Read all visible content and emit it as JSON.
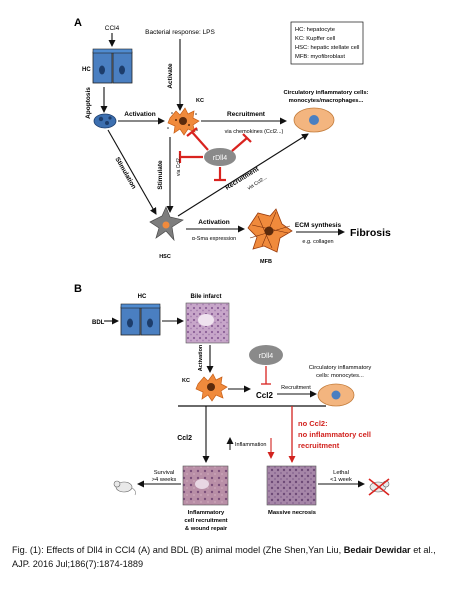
{
  "panel_a": {
    "label": "A",
    "ccl4": "CCl4",
    "lps": "Bacterial response: LPS",
    "legend": [
      "HC: hepatocyte",
      "KC: Kupffer cell",
      "HSC: hepatic stellate cell",
      "MFB: myofibroblast"
    ],
    "hc": "HC",
    "kc": "KC",
    "hsc": "HSC",
    "mfb": "MFB",
    "apoptosis": "Apoptosis",
    "activate": "Activate",
    "activation_kc": "Activation",
    "recruitment": "Recruitment",
    "via_chemokines": "via chemokines (Ccl2...)",
    "circ_title_1": "Circulatory inflammatory cells:",
    "circ_title_2": "monocytes/macrophages...",
    "rdll4": "rDll4",
    "stimulation": "Stimulation",
    "stimulate": "Stimulate",
    "via_ccl2": "via Ccl2...",
    "recruitment_diag": "Recruitment",
    "via_ccl2_diag": "via Ccl2...",
    "activation_hsc": "Activation",
    "alpha_sma": "α-Sma expression",
    "ecm": "ECM synthesis",
    "collagen": "e.g. collagen",
    "fibrosis": "Fibrosis"
  },
  "panel_b": {
    "label": "B",
    "bdl": "BDL",
    "hc": "HC",
    "bile_infarct": "Bile infarct",
    "activation": "Activation",
    "kc": "KC",
    "rdll4": "rDll4",
    "ccl2_kc": "Ccl2",
    "recruitment": "Recruitment",
    "circ_1": "Circulatory inflammatory",
    "circ_2": "cells: monocytes...",
    "ccl2_left": "Ccl2",
    "inflammation": "Inflammation",
    "no_ccl2_1": "no Ccl2:",
    "no_ccl2_2": "no inflammatory cell",
    "no_ccl2_3": "recruitment",
    "survival_1": "Survival",
    "survival_2": ">4 weeks",
    "lethal_1": "Lethal",
    "lethal_2": "<1 week",
    "repair_1": "Inflammatory",
    "repair_2": "cell recruitment",
    "repair_3": "& wound repair",
    "necrosis": "Massive necrosis"
  },
  "caption": {
    "part1": "Fig. (1): Effects of Dll4 in CCl4 (A) and BDL (B) animal model (Zhe Shen,Yan Liu, ",
    "bold": "Bedair Dewidar",
    "part2": " et al., AJP. 2016 Jul;186(7):1874-1889"
  },
  "colors": {
    "hepatocyte": "#4a7fc1",
    "kupffer": "#f08a3c",
    "monocyte": "#f3b57f",
    "inhibit": "#d9231f",
    "text_red": "#d2231f",
    "rdll4": "#8a8a8a"
  }
}
